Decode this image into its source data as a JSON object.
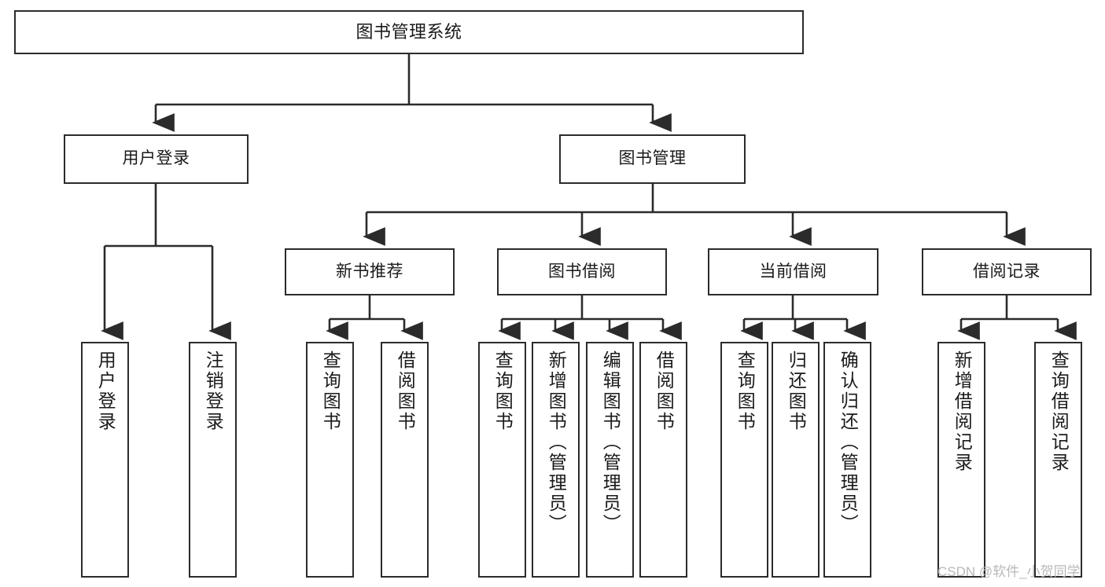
{
  "diagram": {
    "type": "tree",
    "title": "图书管理系统",
    "watermark": "CSDN @软件_小贺同学",
    "colors": {
      "node_border": "#2b2b2b",
      "node_fill": "#ffffff",
      "edge": "#2b2b2b",
      "background": "#ffffff",
      "watermark": "#b8b8b8"
    },
    "nodes": {
      "root": {
        "label": "图书管理系统"
      },
      "level1": [
        {
          "id": "user-login",
          "label": "用户登录"
        },
        {
          "id": "book-manage",
          "label": "图书管理"
        }
      ],
      "level2": [
        {
          "id": "new-book-recommend",
          "label": "新书推荐"
        },
        {
          "id": "book-borrow",
          "label": "图书借阅"
        },
        {
          "id": "current-borrow",
          "label": "当前借阅"
        },
        {
          "id": "borrow-record",
          "label": "借阅记录"
        }
      ],
      "leaves": {
        "user-login": [
          {
            "id": "leaf-user-login",
            "label": "用户登录"
          },
          {
            "id": "leaf-logout-login",
            "label": "注销登录"
          }
        ],
        "new-book-recommend": [
          {
            "id": "leaf-query-book-1",
            "label": "查询图书"
          },
          {
            "id": "leaf-borrow-book-1",
            "label": "借阅图书"
          }
        ],
        "book-borrow": [
          {
            "id": "leaf-query-book-2",
            "label": "查询图书"
          },
          {
            "id": "leaf-add-book",
            "label": "新增图书（管理员）"
          },
          {
            "id": "leaf-edit-book",
            "label": "编辑图书（管理员）"
          },
          {
            "id": "leaf-borrow-book-2",
            "label": "借阅图书"
          }
        ],
        "current-borrow": [
          {
            "id": "leaf-query-book-3",
            "label": "查询图书"
          },
          {
            "id": "leaf-return-book",
            "label": "归还图书"
          },
          {
            "id": "leaf-confirm-return",
            "label": "确认归还（管理员）"
          }
        ],
        "borrow-record": [
          {
            "id": "leaf-add-record",
            "label": "新增借阅记录"
          },
          {
            "id": "leaf-query-record",
            "label": "查询借阅记录"
          }
        ]
      }
    }
  }
}
